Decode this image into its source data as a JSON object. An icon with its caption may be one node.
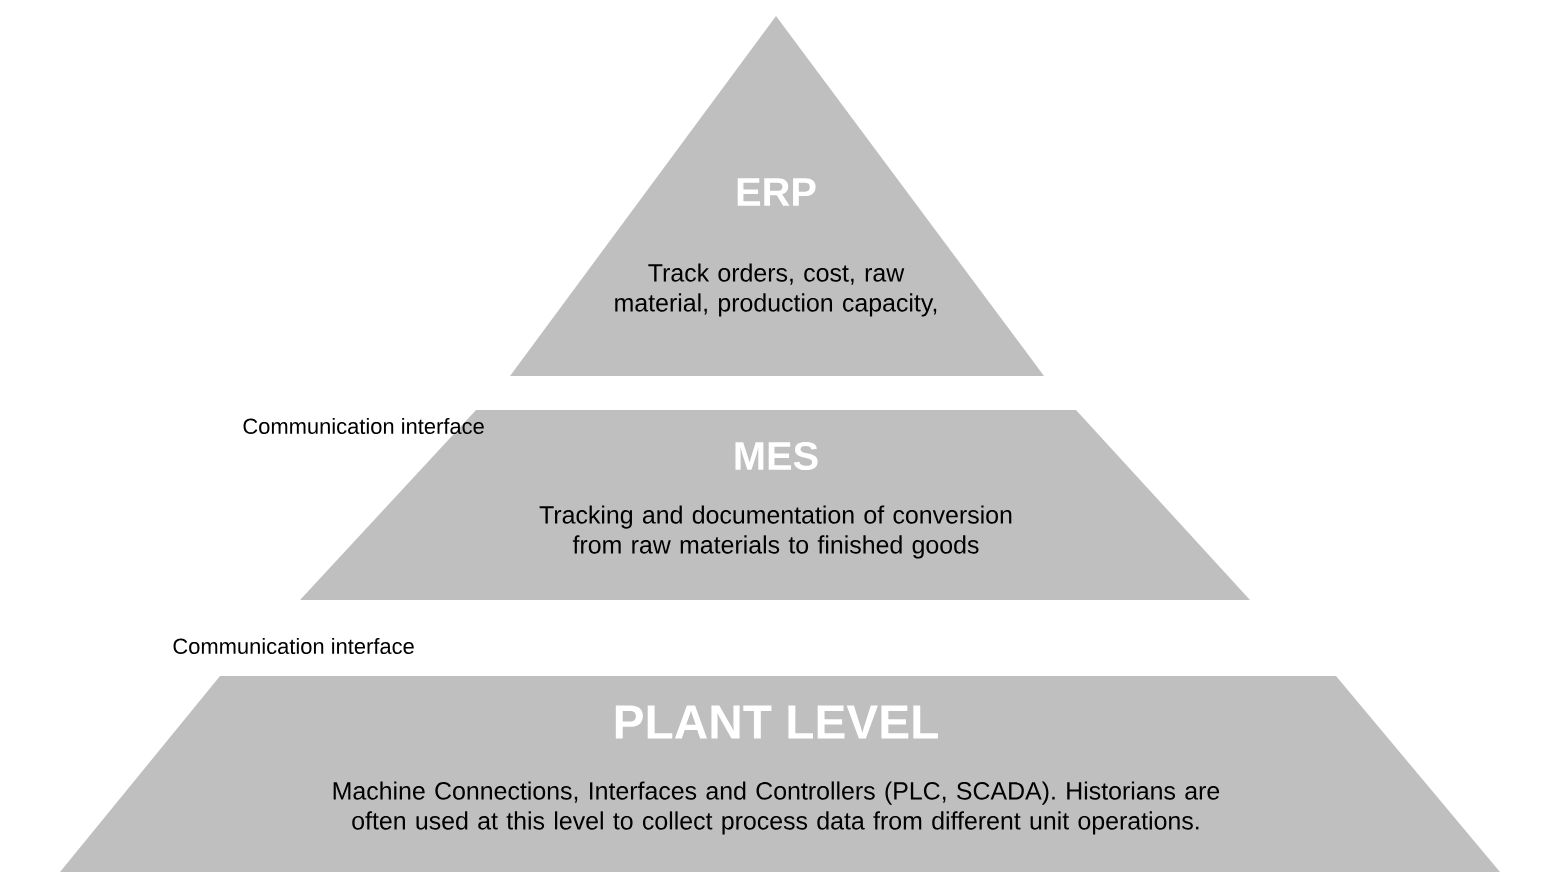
{
  "diagram": {
    "nodes": [
      {
        "text": [
          "ERP",
          "Track orders, cost, raw material, production capacity,"
        ]
      },
      {
        "text": [
          "MES",
          "Tracking and documentation of conversion from raw materials to finished goods"
        ]
      },
      {
        "text": [
          "PLANT LEVEL",
          "Machine Connections, Interfaces and Controllers (PLC, SCADA). Historians are often used at this level to collect process data from different unit operations."
        ]
      }
    ],
    "labels": [
      "Communication interface",
      "Communication interface"
    ]
  }
}
